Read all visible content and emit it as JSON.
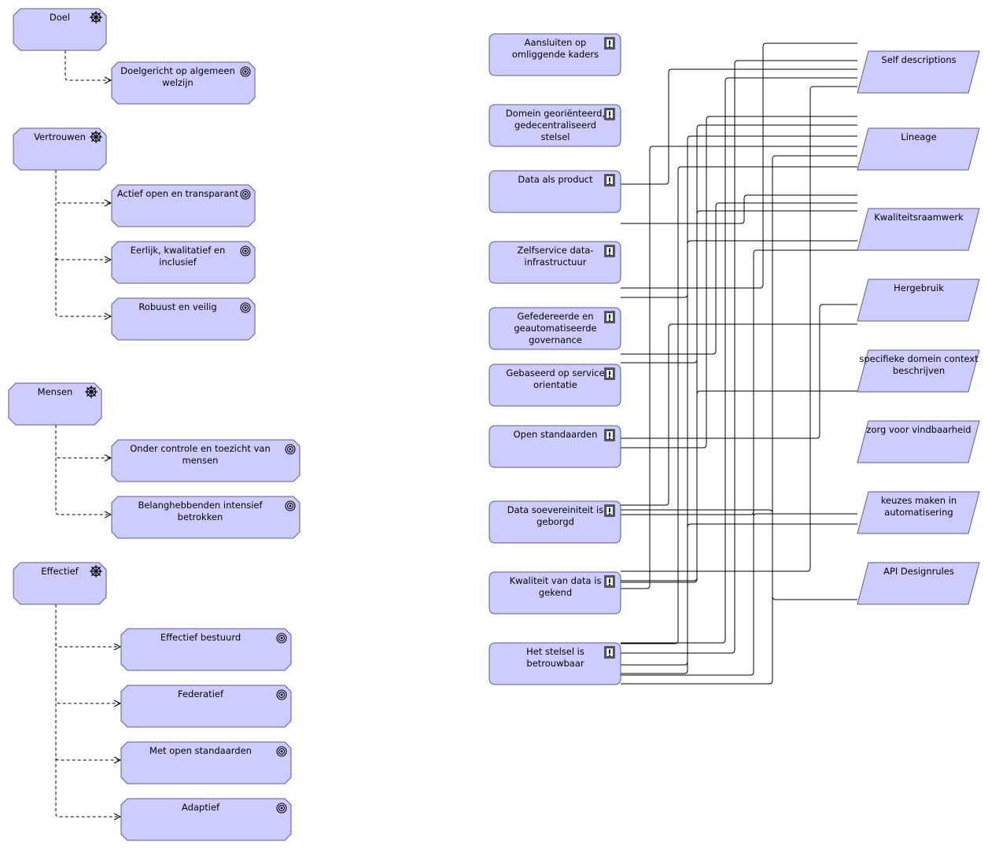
{
  "drivers": [
    {
      "id": "doel",
      "label": "Doel",
      "icon": "wheel-icon"
    },
    {
      "id": "vertrouwen",
      "label": "Vertrouwen",
      "icon": "wheel-icon"
    },
    {
      "id": "mensen",
      "label": "Mensen",
      "icon": "wheel-icon"
    },
    {
      "id": "effectief",
      "label": "Effectief",
      "icon": "wheel-icon"
    }
  ],
  "goals": [
    {
      "id": "doelgericht",
      "lines": [
        "Doelgericht op algemeen",
        "welzijn"
      ],
      "icon": "target-icon",
      "parent": "doel"
    },
    {
      "id": "actief",
      "lines": [
        "Actief open en transparant"
      ],
      "icon": "target-icon",
      "parent": "vertrouwen"
    },
    {
      "id": "eerlijk",
      "lines": [
        "Eerlijk, kwalitatief en",
        "inclusief"
      ],
      "icon": "target-icon",
      "parent": "vertrouwen"
    },
    {
      "id": "robuust",
      "lines": [
        "Robuust en veilig"
      ],
      "icon": "target-icon",
      "parent": "vertrouwen"
    },
    {
      "id": "onder-controle",
      "lines": [
        "Onder controle en toezicht van",
        "mensen"
      ],
      "icon": "target-icon",
      "parent": "mensen"
    },
    {
      "id": "belanghebbenden",
      "lines": [
        "Belanghebbenden intensief",
        "betrokken"
      ],
      "icon": "target-icon",
      "parent": "mensen"
    },
    {
      "id": "effectief-bestuurd",
      "lines": [
        "Effectief bestuurd"
      ],
      "icon": "target-icon",
      "parent": "effectief"
    },
    {
      "id": "federatief",
      "lines": [
        "Federatief"
      ],
      "icon": "target-icon",
      "parent": "effectief"
    },
    {
      "id": "met-open-standaarden",
      "lines": [
        "Met open standaarden"
      ],
      "icon": "target-icon",
      "parent": "effectief"
    },
    {
      "id": "adaptief",
      "lines": [
        "Adaptief"
      ],
      "icon": "target-icon",
      "parent": "effectief"
    }
  ],
  "principles": [
    {
      "id": "aansluiten",
      "lines": [
        "Aansluiten op",
        "omliggende kaders"
      ],
      "icon": "exclamation-icon"
    },
    {
      "id": "domein",
      "lines": [
        "Domein georiënteerd,",
        "gedecentraliseerd",
        "stelsel"
      ],
      "icon": "exclamation-icon"
    },
    {
      "id": "data-product",
      "lines": [
        "Data als product"
      ],
      "icon": "exclamation-icon"
    },
    {
      "id": "zelfservice",
      "lines": [
        "Zelfservice data-",
        "infrastructuur"
      ],
      "icon": "exclamation-icon"
    },
    {
      "id": "gefedereerde",
      "lines": [
        "Gefedereerde en",
        "geautomatiseerde",
        "governance"
      ],
      "icon": "exclamation-icon"
    },
    {
      "id": "service-orientatie",
      "lines": [
        "Gebaseerd op service",
        "orientatie"
      ],
      "icon": "exclamation-icon"
    },
    {
      "id": "open-standaarden",
      "lines": [
        "Open standaarden"
      ],
      "icon": "exclamation-icon"
    },
    {
      "id": "soevereiniteit",
      "lines": [
        "Data soevereiniteit is",
        "geborgd"
      ],
      "icon": "exclamation-icon"
    },
    {
      "id": "kwaliteit",
      "lines": [
        "Kwaliteit van data is",
        "gekend"
      ],
      "icon": "exclamation-icon"
    },
    {
      "id": "betrouwbaar",
      "lines": [
        "Het stelsel is",
        "betrouwbaar"
      ],
      "icon": "exclamation-icon"
    }
  ],
  "deliverables": [
    {
      "id": "self-descriptions",
      "lines": [
        "Self descriptions"
      ]
    },
    {
      "id": "lineage",
      "lines": [
        "Lineage"
      ]
    },
    {
      "id": "kwaliteitsraamwerk",
      "lines": [
        "Kwaliteitsraamwerk"
      ]
    },
    {
      "id": "hergebruik",
      "lines": [
        "Hergebruik"
      ]
    },
    {
      "id": "domein-context",
      "lines": [
        "specifieke domein context",
        "beschrijven"
      ]
    },
    {
      "id": "vindbaarheid",
      "lines": [
        "zorg voor vindbaarheid"
      ]
    },
    {
      "id": "keuzes",
      "lines": [
        "keuzes maken in",
        "automatisering"
      ]
    },
    {
      "id": "api-designrules",
      "lines": [
        "API Designrules"
      ]
    }
  ],
  "colors": {
    "fill": "#ccccff",
    "stroke": "#5c5c8a",
    "line": "#000000"
  }
}
